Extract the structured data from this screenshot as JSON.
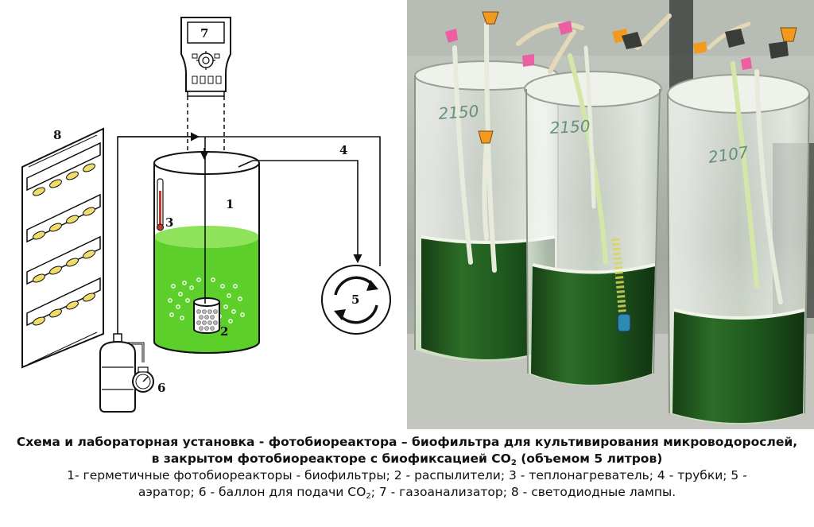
{
  "diagram": {
    "labels": {
      "reactor": "1",
      "sparger": "2",
      "heater": "3",
      "tubes": "4",
      "aerator": "5",
      "cylinder": "6",
      "analyzer": "7",
      "lamps": "8"
    },
    "colors": {
      "culture": "#5ccf2a",
      "culture_light": "#8fe35a",
      "stroke": "#111111"
    },
    "icons": [
      "gas-analyzer-icon",
      "aerator-circular-arrows-icon",
      "co2-cylinder-icon",
      "pressure-gauge-icon",
      "led-lamp-panel-icon",
      "thermometer-icon"
    ]
  },
  "photo": {
    "reactor_labels": [
      "2150",
      "2150",
      "2107"
    ],
    "colors": {
      "algae": "#1f5a1e",
      "background": "#9da39c"
    }
  },
  "caption": {
    "title_line1": "Схема и лабораторная установка - фотобиореактора – биофильтра для культивирования микроводорослей,",
    "title_line2_a": "в закрытом фотобиореакторе с биофиксацией СО",
    "title_line2_sub": "2",
    "title_line2_b": " (объемом 5 литров)",
    "legend_line1": "1- герметичные фотобиореакторы - биофильтры; 2 - распылители; 3 - теплонагреватель;  4 - трубки; 5 -",
    "legend_line2_a": "аэратор; 6 - баллон для подачи СО",
    "legend_line2_sub": "2",
    "legend_line2_b": "; 7 - газоанализатор; 8 - светодиодные лампы."
  }
}
